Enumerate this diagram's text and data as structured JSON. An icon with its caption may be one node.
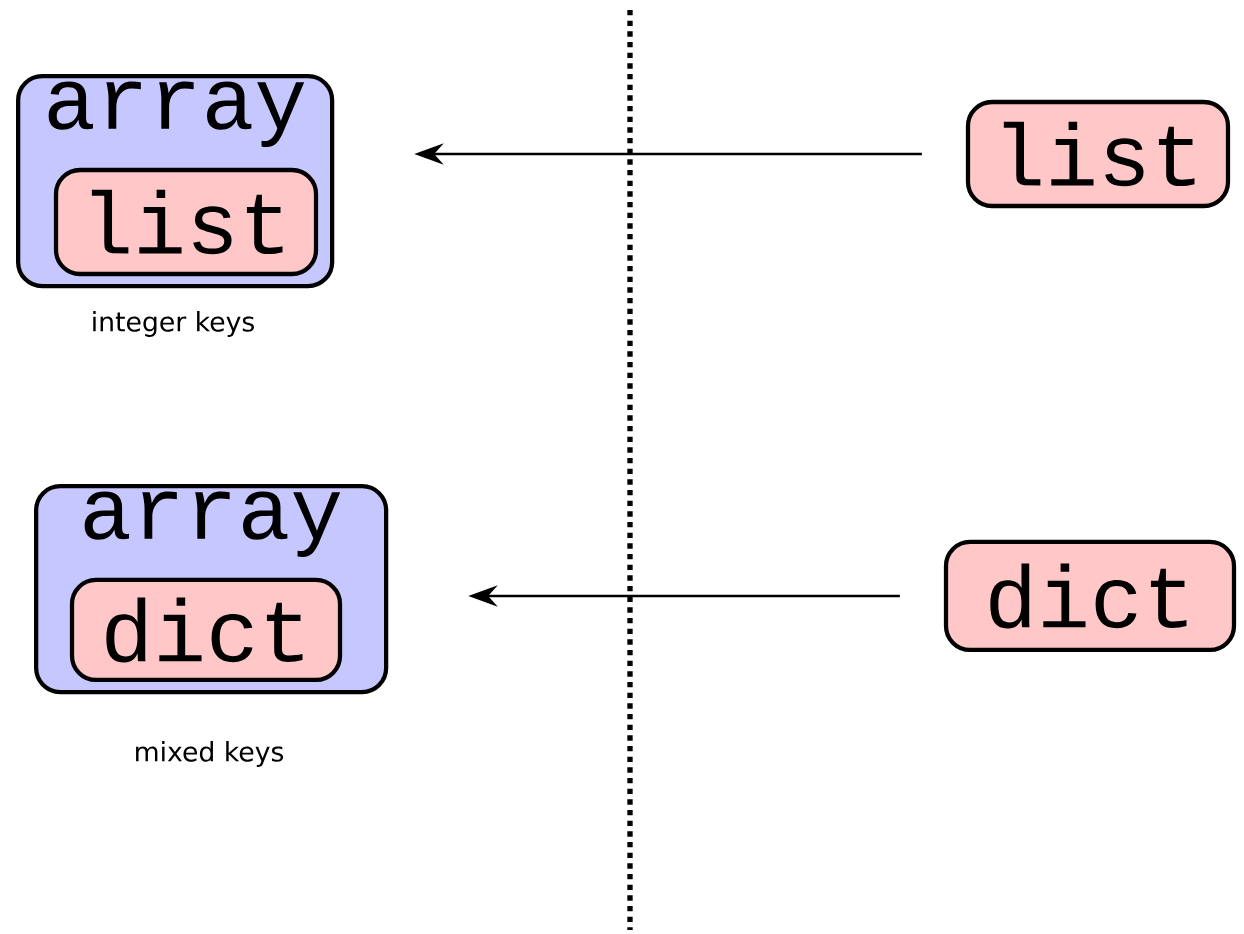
{
  "diagram": {
    "nodes": [
      {
        "text": [
          "array"
        ],
        "beside": [
          "integer keys"
        ]
      },
      {
        "text": [
          "list"
        ],
        "in": 0
      },
      {
        "text": [
          "list"
        ]
      },
      {
        "text": [
          "array"
        ],
        "beside": [
          "mixed keys"
        ]
      },
      {
        "text": [
          "dict"
        ],
        "in": 3
      },
      {
        "text": [
          "dict"
        ]
      }
    ],
    "edges": [
      {
        "from": 2,
        "to": 0,
        "arrow": "to"
      },
      {
        "from": 5,
        "to": 3,
        "arrow": "to"
      }
    ]
  }
}
